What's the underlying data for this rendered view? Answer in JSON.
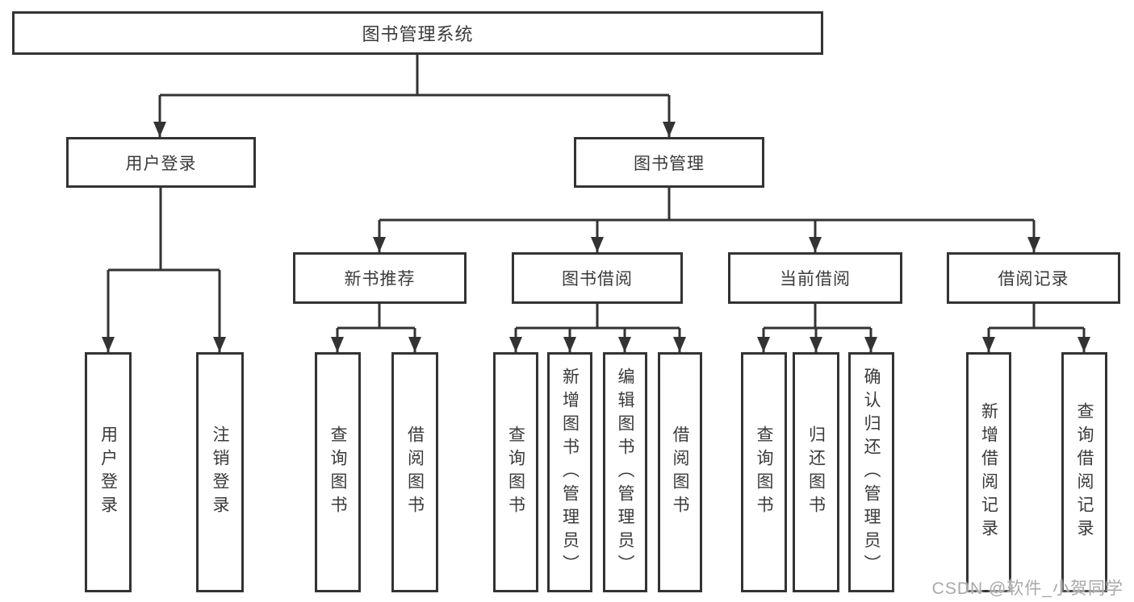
{
  "diagram": {
    "type": "tree",
    "root": {
      "label": "图书管理系统"
    },
    "level2": [
      {
        "label": "用户登录"
      },
      {
        "label": "图书管理"
      }
    ],
    "level3": [
      {
        "label": "新书推荐"
      },
      {
        "label": "图书借阅"
      },
      {
        "label": "当前借阅"
      },
      {
        "label": "借阅记录"
      }
    ],
    "leaves": {
      "user_login": [
        {
          "label": "用户登录"
        },
        {
          "label": "注销登录"
        }
      ],
      "new_books": [
        {
          "label": "查询图书"
        },
        {
          "label": "借阅图书"
        }
      ],
      "book_borrow": [
        {
          "label": "查询图书"
        },
        {
          "label": "新增图书（管理员）"
        },
        {
          "label": "编辑图书（管理员）"
        },
        {
          "label": "借阅图书"
        }
      ],
      "current_borrow": [
        {
          "label": "查询图书"
        },
        {
          "label": "归还图书"
        },
        {
          "label": "确认归还（管理员）"
        }
      ],
      "borrow_records": [
        {
          "label": "新增借阅记录"
        },
        {
          "label": "查询借阅记录"
        }
      ]
    }
  },
  "colors": {
    "line": "#333333",
    "box_border": "#333333",
    "text": "#3a3a3a",
    "watermark": "#a9a9a9"
  },
  "watermark": "CSDN @软件_小贺同学"
}
